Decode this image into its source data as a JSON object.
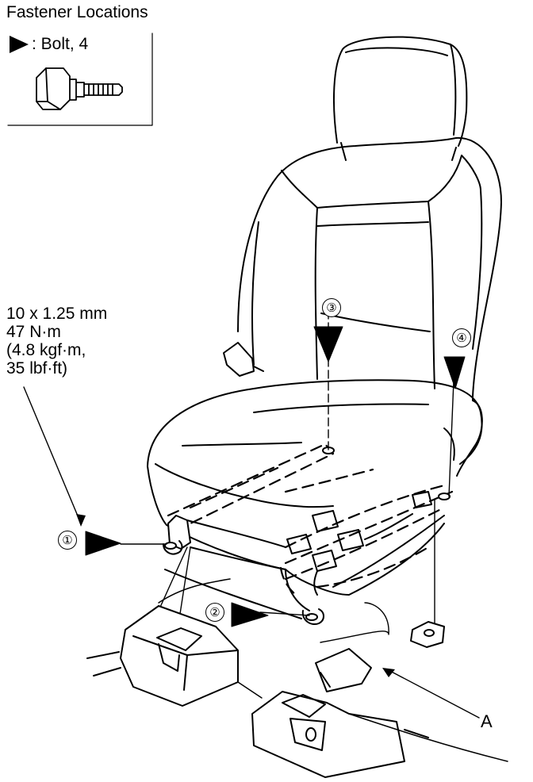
{
  "legend": {
    "title": "Fastener Locations",
    "bolt_label": ": Bolt, 4"
  },
  "torque_spec": {
    "lines": [
      "10 x 1.25 mm",
      "47 N·m",
      "(4.8 kgf·m,",
      "35 lbf·ft)"
    ]
  },
  "callouts": {
    "c1": "①",
    "c2": "②",
    "c3": "③",
    "c4": "④"
  },
  "part_label_a": "A",
  "colors": {
    "line": "#000000",
    "background": "#ffffff"
  },
  "icons": {
    "fastener_marker": "black-triangle",
    "bolt_illustration": "flange-bolt"
  }
}
